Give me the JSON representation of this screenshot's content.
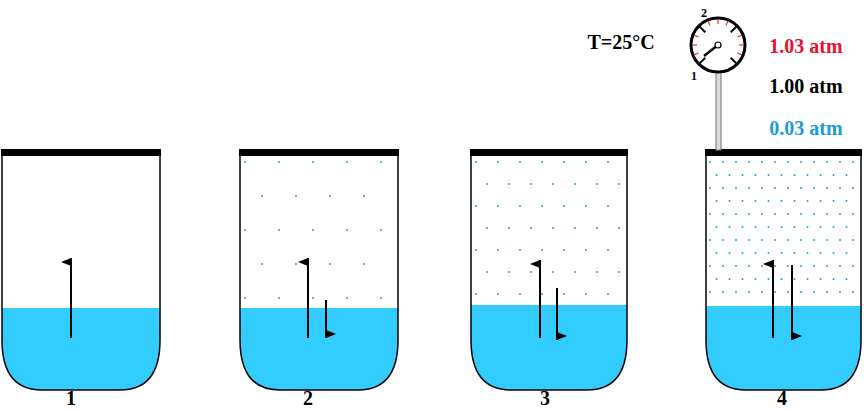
{
  "diagram": {
    "labels": [
      "T=25°C",
      "2",
      "1",
      "1.03 atm",
      "1.00 atm",
      "0.03 atm",
      "1",
      "2",
      "3",
      "4"
    ]
  }
}
